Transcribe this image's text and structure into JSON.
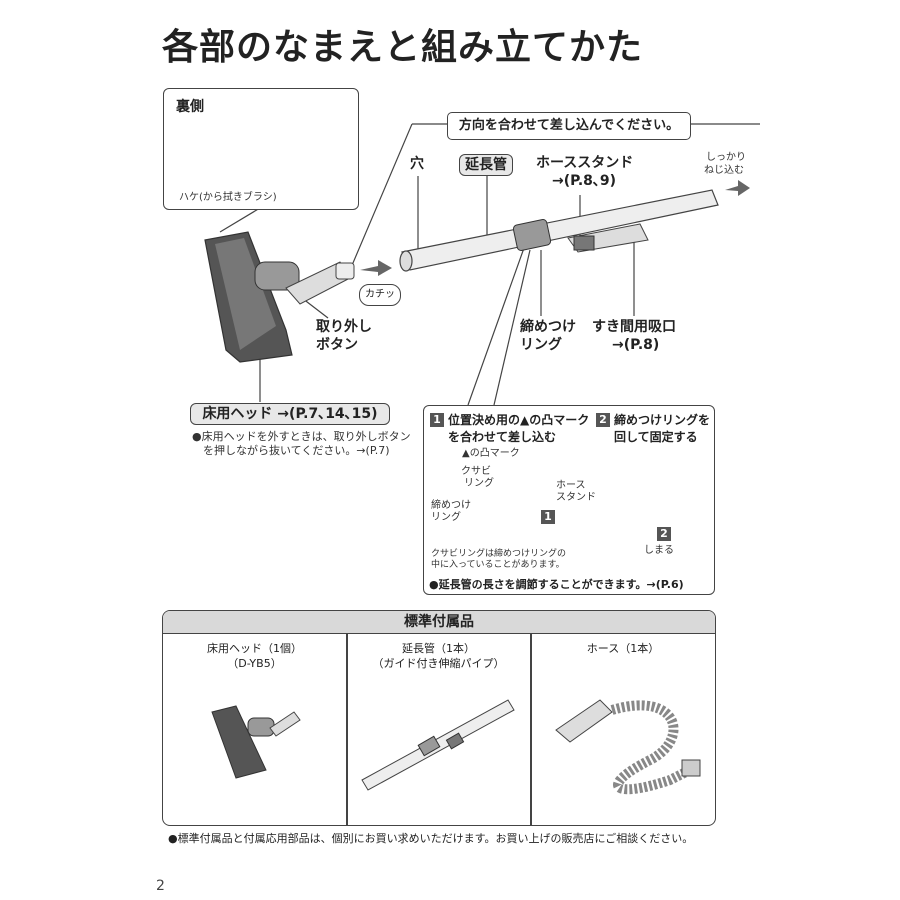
{
  "title": "各部のなまえと組み立てかた",
  "inset": {
    "heading": "裏側",
    "brush_label": "ハケ(から拭きブラシ)"
  },
  "callout": "方向を合わせて差し込んでください。",
  "labels": {
    "hole": "穴",
    "pipe": "延長管",
    "hose_stand_1": "ホーススタンド",
    "hose_stand_2": "→(P.8､9)",
    "screw_1": "しっかり",
    "screw_2": "ねじ込む",
    "kachi": "カチッ",
    "release_1": "取り外し",
    "release_2": "ボタン",
    "ring_1": "締めつけ",
    "ring_2": "リング",
    "crevice_1": "すき間用吸口",
    "crevice_2": "→(P.8)",
    "floor_head": "床用ヘッド →(P.7､14､15)",
    "floor_note_1": "●床用ヘッドを外すときは、取り外しボタン",
    "floor_note_2": "を押しながら抜いてください。→(P.7)"
  },
  "steps": {
    "step1_num": "1",
    "step1_line1": "位置決め用の▲の凸マーク",
    "step1_line2": "を合わせて差し込む",
    "step2_num": "2",
    "step2_line1": "締めつけリングを",
    "step2_line2": "回して固定する",
    "mark": "▲の凸マーク",
    "kusabi_1": "クサビ",
    "kusabi_2": "リング",
    "hose_stand_1": "ホース",
    "hose_stand_2": "スタンド",
    "ring_1": "締めつけ",
    "ring_2": "リング",
    "arrow1": "1",
    "arrow2": "2",
    "shimaru": "しまる",
    "kusabi_note_1": "クサビリングは締めつけリングの",
    "kusabi_note_2": "中に入っていることがあります。",
    "length_note": "●延長管の長さを調節することができます。→(P.6)"
  },
  "accessories": {
    "heading": "標準付属品",
    "col1_line1": "床用ヘッド（1個）",
    "col1_line2": "（D-YB5）",
    "col2_line1": "延長管（1本）",
    "col2_line2": "（ガイド付き伸縮パイプ）",
    "col3_line1": "ホース（1本）"
  },
  "footnote": "●標準付属品と付属応用部品は、個別にお買い求めいただけます。お買い上げの販売店にご相談ください。",
  "page_number": "2"
}
